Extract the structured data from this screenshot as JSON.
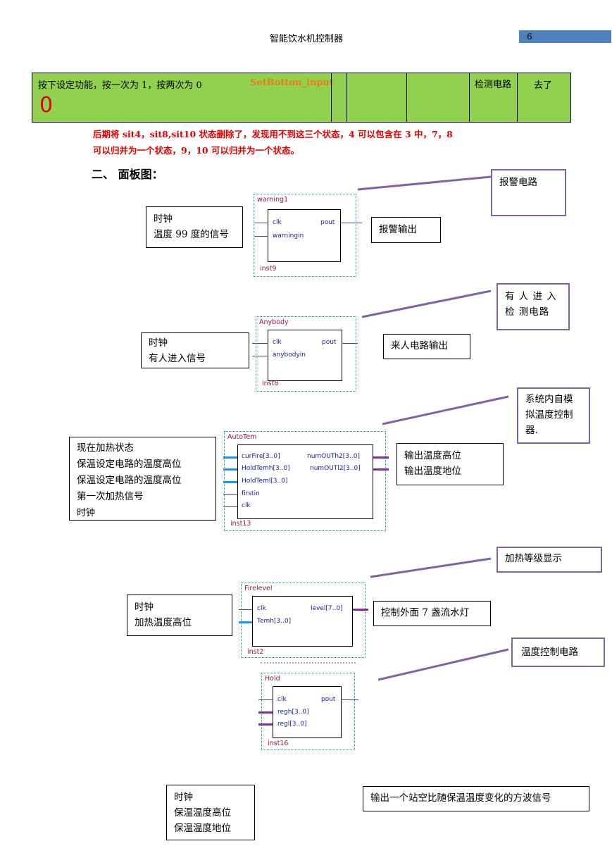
{
  "header": {
    "title": "智能饮水机控制器",
    "page_number": "6"
  },
  "green_table": {
    "cell1_text": "按下设定功能，按一次为 1，按两次为 0",
    "cell1_signal": "SetBotton_input",
    "cell1_value": "0",
    "cell6_text": "检测电路",
    "cell7_text": "去了"
  },
  "note": {
    "line1": "后期将 sit4，sit8,sit10 状态删除了，发现用不到这三个状态，4 可以包含在 3 中，7，8",
    "line2": "可以归并为一个状态，9，10 可以归并为一个状态。"
  },
  "section_heading": "二、   面板图：",
  "blocks": {
    "warning": {
      "name": "warning1",
      "inst": "inst9",
      "ports_in": [
        "clk",
        "warningin"
      ],
      "ports_out": [
        "pout"
      ],
      "input_desc": [
        "时钟",
        "温度 99 度的信号"
      ],
      "output_desc": "报警输出",
      "callout": "报警电路"
    },
    "anybody": {
      "name": "Anybody",
      "inst": "inst8",
      "ports_in": [
        "clk",
        "anybodyin"
      ],
      "ports_out": [
        "pout"
      ],
      "input_desc": [
        "时钟",
        "有人进入信号"
      ],
      "output_desc": "来人电路输出",
      "callout": "有 人 进 入 检 测电路"
    },
    "autotem": {
      "name": "AutoTem",
      "inst": "inst13",
      "ports_in": [
        "curFire[3..0]",
        "HoldTemh[3..0]",
        "HoldTeml[3..0]",
        "firstin",
        "clk"
      ],
      "ports_out": [
        "numOUTh2[3..0]",
        "numOUTl2[3..0]"
      ],
      "input_desc": [
        "现在加热状态",
        "保温设定电路的温度高位",
        "保温设定电路的温度高位",
        "第一次加热信号",
        "时钟"
      ],
      "output_desc": [
        "输出温度高位",
        "输出温度地位"
      ],
      "callout": "系统内自模拟温度控制器."
    },
    "firelevel": {
      "name": "Firelevel",
      "inst": "inst2",
      "ports_in": [
        "clk",
        "Temh[3..0]"
      ],
      "ports_out": [
        "level[7..0]"
      ],
      "input_desc": [
        "时钟",
        "加热温度高位"
      ],
      "output_desc": "控制外面 7 盏流水灯",
      "callout": "加热等级显示"
    },
    "hold": {
      "name": "Hold",
      "inst": "inst16",
      "ports_in": [
        "clk",
        "regh[3..0]",
        "regl[3..0]"
      ],
      "ports_out": [
        "pout"
      ],
      "input_desc": [
        "时钟",
        "保温温度高位",
        "保温温度地位"
      ],
      "output_desc": "输出一个站空比随保温温度变化的方波信号",
      "callout": "温度控制电路"
    }
  }
}
